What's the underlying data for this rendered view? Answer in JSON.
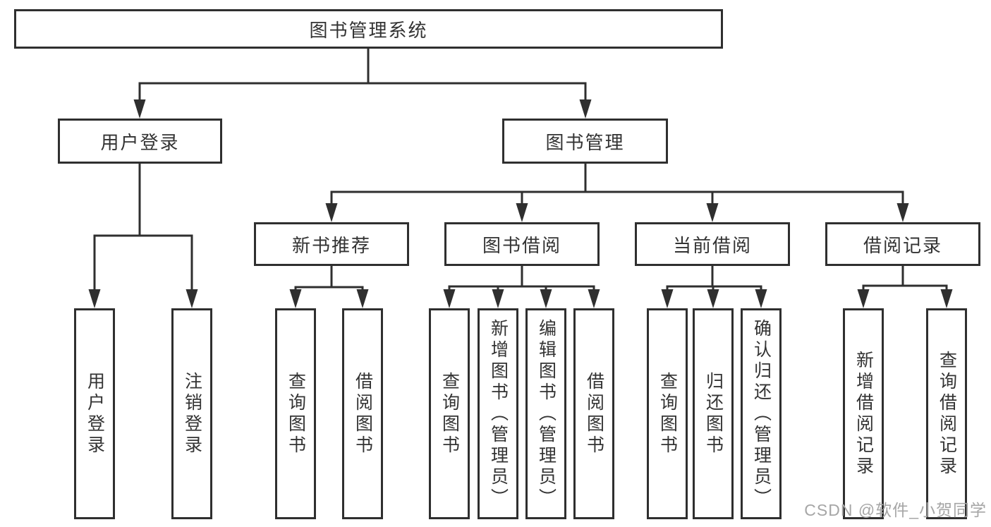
{
  "diagram": {
    "title": "图书管理系统",
    "root": {
      "label": "图书管理系统"
    },
    "level2": {
      "user_login": {
        "label": "用户登录"
      },
      "book_management": {
        "label": "图书管理"
      }
    },
    "level3": {
      "new_book_recommend": {
        "label": "新书推荐"
      },
      "book_borrowing": {
        "label": "图书借阅"
      },
      "current_borrowing": {
        "label": "当前借阅"
      },
      "borrow_records": {
        "label": "借阅记录"
      }
    },
    "leaves": {
      "user_login": [
        "用户登录",
        "注销登录"
      ],
      "new_book_recommend": [
        "查询图书",
        "借阅图书"
      ],
      "book_borrowing": [
        "查询图书",
        "新增图书（管理员）",
        "编辑图书（管理员）",
        "借阅图书"
      ],
      "current_borrowing": [
        "查询图书",
        "归还图书",
        "确认归还（管理员）"
      ],
      "borrow_records": [
        "新增借阅记录",
        "查询借阅记录"
      ]
    }
  },
  "watermark": {
    "text": "CSDN @软件_小贺同学"
  },
  "colors": {
    "line": "#2f2f2f",
    "border": "#2f2f2f",
    "text": "#333333",
    "background": "#ffffff",
    "watermark": "#a6a6a6"
  }
}
